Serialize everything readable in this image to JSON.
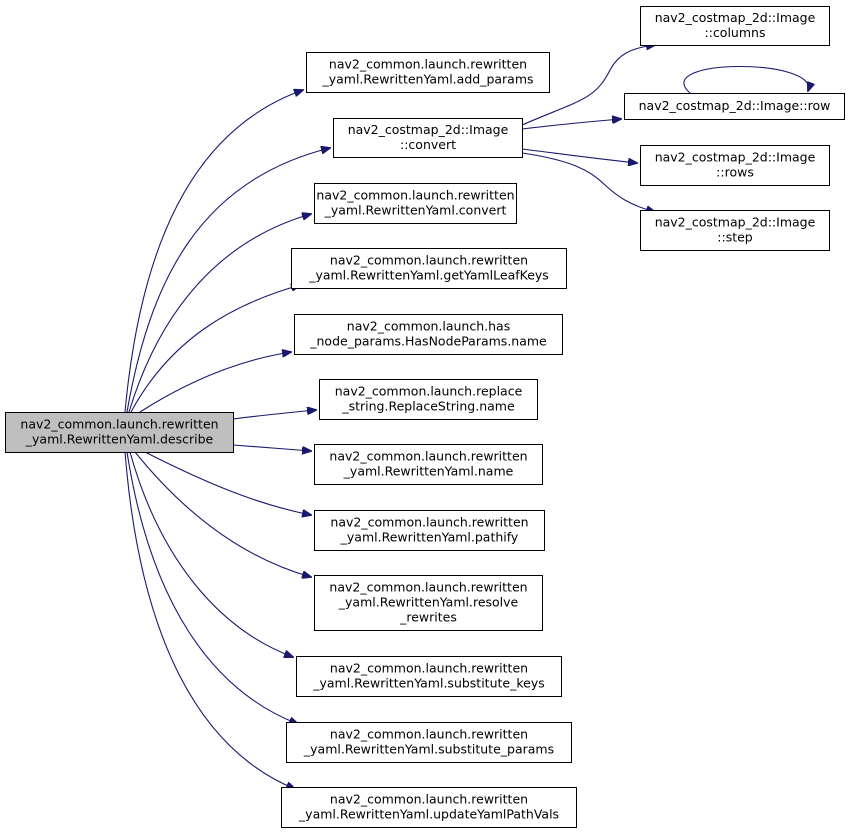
{
  "colors": {
    "edge": "#191970",
    "node_fill": "#ffffff",
    "root_fill": "#bfbfbf",
    "border": "#000000",
    "text": "#000000"
  },
  "nodes": [
    {
      "id": "describe",
      "lines": [
        "nav2_common.launch.rewritten",
        "_yaml.RewrittenYaml.describe"
      ],
      "root": true
    },
    {
      "id": "add_params",
      "lines": [
        "nav2_common.launch.rewritten",
        "_yaml.RewrittenYaml.add_params"
      ]
    },
    {
      "id": "img_convert",
      "lines": [
        "nav2_costmap_2d::Image",
        "::convert"
      ]
    },
    {
      "id": "ry_convert",
      "lines": [
        "nav2_common.launch.rewritten",
        "_yaml.RewrittenYaml.convert"
      ]
    },
    {
      "id": "getYamlLeafKeys",
      "lines": [
        "nav2_common.launch.rewritten",
        "_yaml.RewrittenYaml.getYamlLeafKeys"
      ]
    },
    {
      "id": "hnp_name",
      "lines": [
        "nav2_common.launch.has",
        "_node_params.HasNodeParams.name"
      ]
    },
    {
      "id": "rs_name",
      "lines": [
        "nav2_common.launch.replace",
        "_string.ReplaceString.name"
      ]
    },
    {
      "id": "ry_name",
      "lines": [
        "nav2_common.launch.rewritten",
        "_yaml.RewrittenYaml.name"
      ]
    },
    {
      "id": "pathify",
      "lines": [
        "nav2_common.launch.rewritten",
        "_yaml.RewrittenYaml.pathify"
      ]
    },
    {
      "id": "resolve_rewrites",
      "lines": [
        "nav2_common.launch.rewritten",
        "_yaml.RewrittenYaml.resolve",
        "_rewrites"
      ]
    },
    {
      "id": "substitute_keys",
      "lines": [
        "nav2_common.launch.rewritten",
        "_yaml.RewrittenYaml.substitute_keys"
      ]
    },
    {
      "id": "substitute_params",
      "lines": [
        "nav2_common.launch.rewritten",
        "_yaml.RewrittenYaml.substitute_params"
      ]
    },
    {
      "id": "updateYamlPathVals",
      "lines": [
        "nav2_common.launch.rewritten",
        "_yaml.RewrittenYaml.updateYamlPathVals"
      ]
    },
    {
      "id": "img_columns",
      "lines": [
        "nav2_costmap_2d::Image",
        "::columns"
      ]
    },
    {
      "id": "img_row",
      "lines": [
        "nav2_costmap_2d::Image::row"
      ]
    },
    {
      "id": "img_rows",
      "lines": [
        "nav2_costmap_2d::Image",
        "::rows"
      ]
    },
    {
      "id": "img_step",
      "lines": [
        "nav2_costmap_2d::Image",
        "::step"
      ]
    }
  ],
  "edges": [
    {
      "from": "describe",
      "to": "add_params"
    },
    {
      "from": "describe",
      "to": "img_convert"
    },
    {
      "from": "describe",
      "to": "ry_convert"
    },
    {
      "from": "describe",
      "to": "getYamlLeafKeys"
    },
    {
      "from": "describe",
      "to": "hnp_name"
    },
    {
      "from": "describe",
      "to": "rs_name"
    },
    {
      "from": "describe",
      "to": "ry_name"
    },
    {
      "from": "describe",
      "to": "pathify"
    },
    {
      "from": "describe",
      "to": "resolve_rewrites"
    },
    {
      "from": "describe",
      "to": "substitute_keys"
    },
    {
      "from": "describe",
      "to": "substitute_params"
    },
    {
      "from": "describe",
      "to": "updateYamlPathVals"
    },
    {
      "from": "img_convert",
      "to": "img_columns"
    },
    {
      "from": "img_convert",
      "to": "img_row"
    },
    {
      "from": "img_convert",
      "to": "img_rows"
    },
    {
      "from": "img_convert",
      "to": "img_step"
    },
    {
      "from": "img_row",
      "to": "img_row"
    }
  ]
}
